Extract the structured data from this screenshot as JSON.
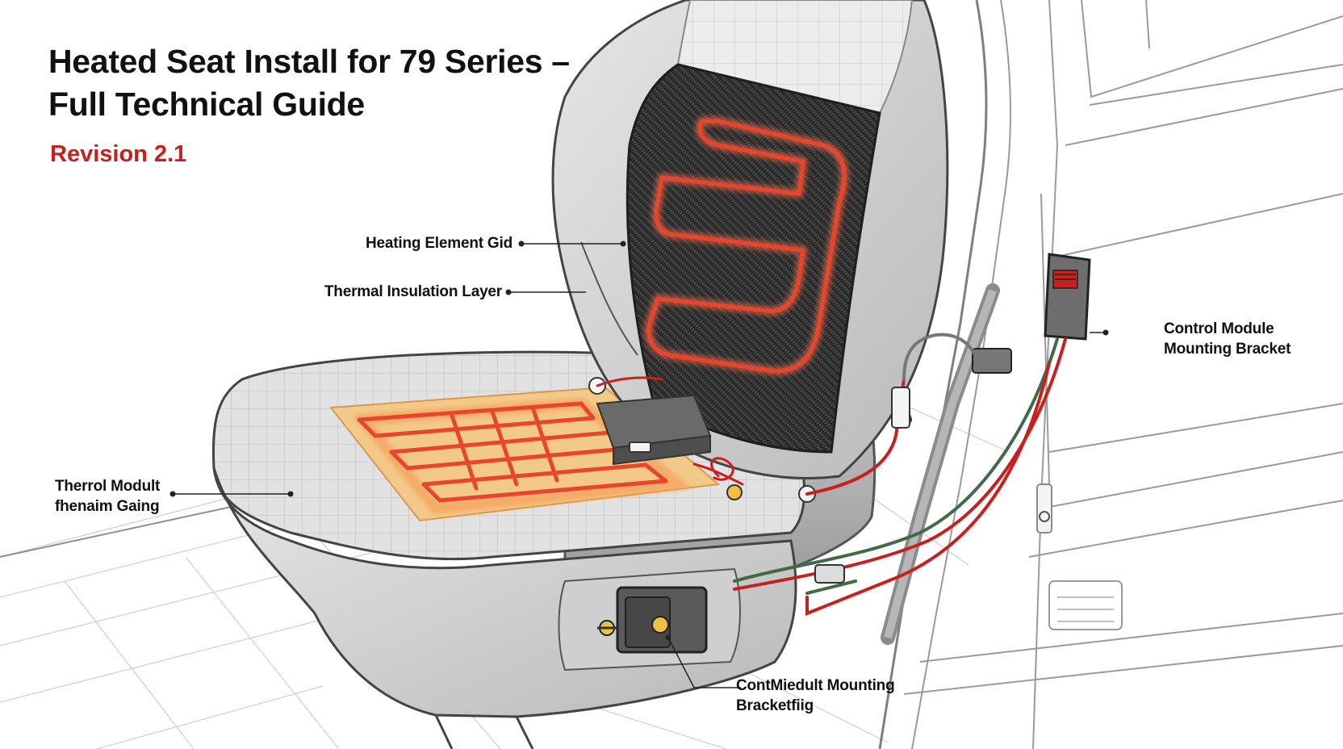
{
  "title": "Heated Seat Install for 79 Series – Full Technical Guide",
  "revision": "Revision 2.1",
  "callouts": {
    "heating_element": "Heating Element Gid",
    "insulation": "Thermal Insulation Layer",
    "thermal_module_line1": "Therrol Modult",
    "thermal_module_line2": "fhenaim Gaing",
    "control_bracket_line1": "Control Module",
    "control_bracket_line2": "Mounting Bracket",
    "bottom_bracket_line1": "ContMiedult Mounting",
    "bottom_bracket_line2": "Bracketfiig"
  },
  "colors": {
    "accent_red": "#c8201e",
    "heating_wire": "#e8452c",
    "heating_glow": "#f5a05a",
    "pad_fill": "#f3c98a",
    "seat_gray": "#cfcfcf",
    "carbon_dark": "#2a2a2a",
    "wire_green": "#3f6b46"
  },
  "icons": [
    "seat-illustration",
    "heating-grid-icon",
    "control-module-icon",
    "connector-icon",
    "door-frame-illustration"
  ]
}
